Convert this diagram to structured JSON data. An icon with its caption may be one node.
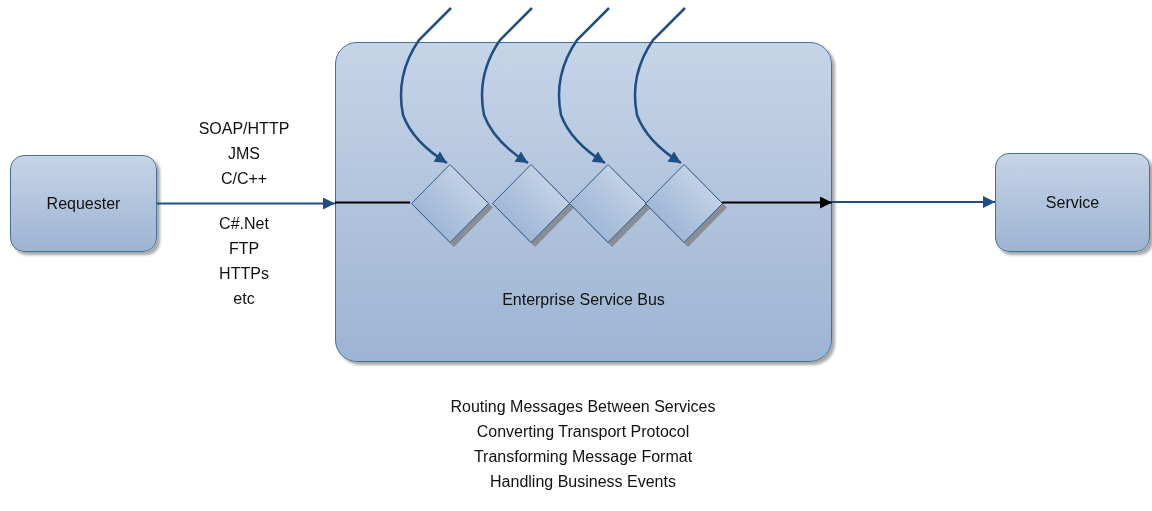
{
  "diagram": {
    "nodes": [
      {
        "text": [
          "Requester"
        ]
      },
      {
        "text": [
          "Enterprise Service Bus"
        ]
      },
      {
        "text": [],
        "shape": "diamond",
        "in": 1
      },
      {
        "text": [],
        "shape": "diamond",
        "in": 1
      },
      {
        "text": [],
        "shape": "diamond",
        "in": 1
      },
      {
        "text": [],
        "shape": "diamond",
        "in": 1
      },
      {
        "text": [
          "Service"
        ]
      }
    ],
    "edges": [
      {
        "from": 0,
        "to": 1,
        "arrow": "to"
      },
      {
        "from": null,
        "to": 2,
        "arrow": "to"
      },
      {
        "from": null,
        "to": 3,
        "arrow": "to"
      },
      {
        "from": null,
        "to": 4,
        "arrow": "to"
      },
      {
        "from": null,
        "to": 5,
        "arrow": "to"
      },
      {
        "from": 1,
        "to": 2,
        "arrow": "none",
        "color": "#000000"
      },
      {
        "from": 5,
        "to": 1,
        "arrow": "to",
        "color": "#000000"
      },
      {
        "from": 1,
        "to": 6,
        "arrow": "to"
      }
    ],
    "labels": [
      "SOAP/HTTP",
      "JMS",
      "C/C++",
      "C#.Net",
      "FTP",
      "HTTPs",
      "etc",
      "Routing Messages Between Services",
      "Converting Transport Protocol",
      "Transforming Message Format",
      "Handling Business Events"
    ]
  }
}
